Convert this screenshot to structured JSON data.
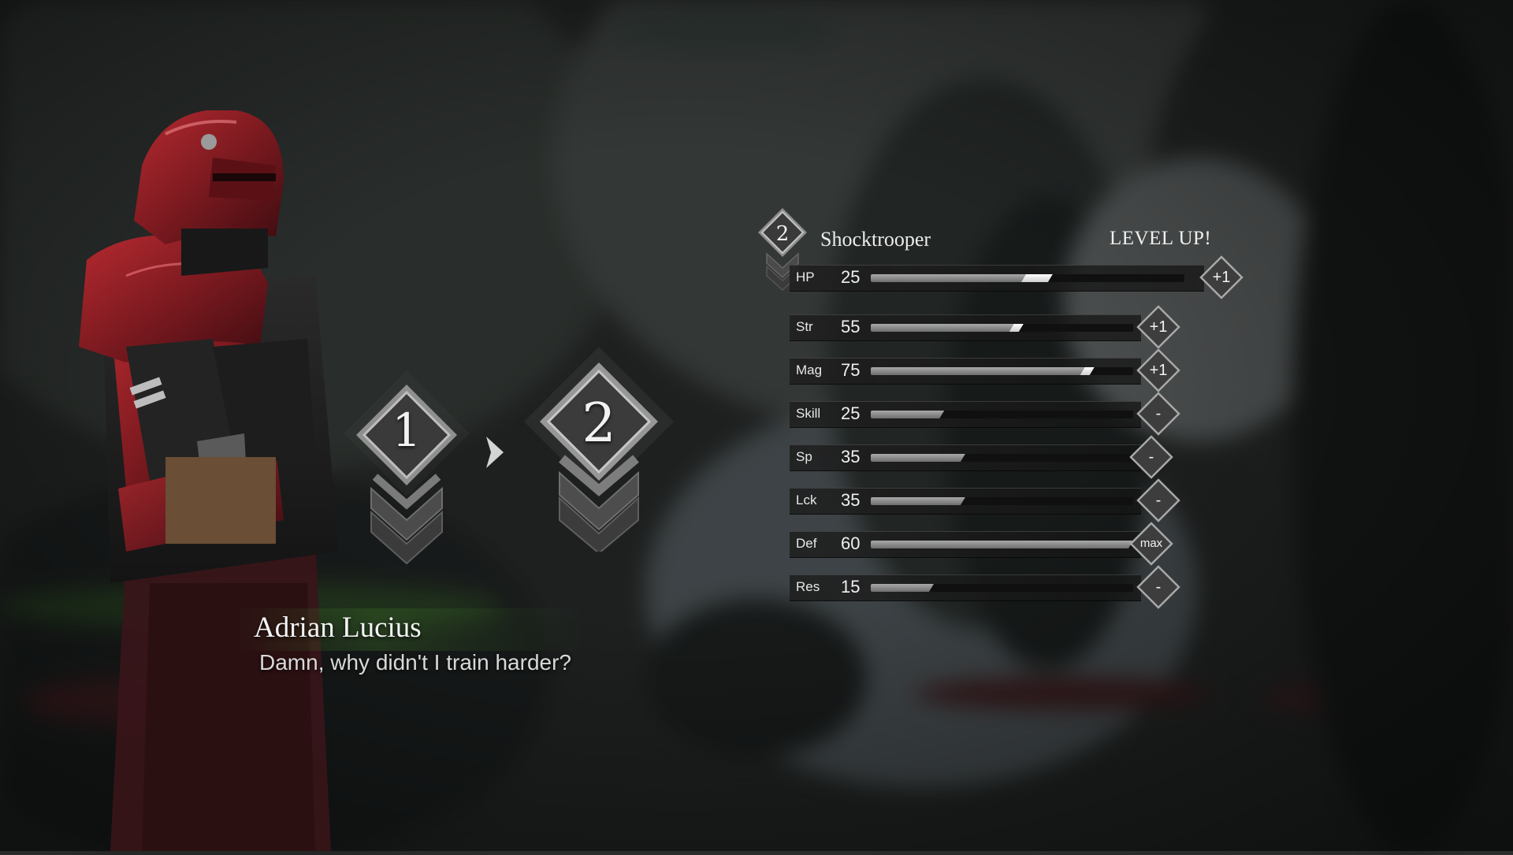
{
  "unit": {
    "name": "Adrian Lucius",
    "quote": "Damn, why didn't I train harder?"
  },
  "level": {
    "previous": "1",
    "current": "2"
  },
  "class_panel": {
    "class_level": "2",
    "class_name": "Shocktrooper",
    "banner": "LEVEL UP!"
  },
  "stats": [
    {
      "label": "HP",
      "value": "25",
      "fill": 0.57,
      "gain": 0.1,
      "badge": "+1"
    },
    {
      "label": "Str",
      "value": "55",
      "fill": 0.57,
      "gain": 0.04,
      "badge": "+1"
    },
    {
      "label": "Mag",
      "value": "75",
      "fill": 0.84,
      "gain": 0.05,
      "badge": "+1"
    },
    {
      "label": "Skill",
      "value": "25",
      "fill": 0.28,
      "gain": 0,
      "badge": "-"
    },
    {
      "label": "Sp",
      "value": "35",
      "fill": 0.36,
      "gain": 0,
      "badge": "-"
    },
    {
      "label": "Lck",
      "value": "35",
      "fill": 0.36,
      "gain": 0,
      "badge": "-"
    },
    {
      "label": "Def",
      "value": "60",
      "fill": 1.0,
      "gain": 0,
      "badge": "max"
    },
    {
      "label": "Res",
      "value": "15",
      "fill": 0.24,
      "gain": 0,
      "badge": "-"
    }
  ],
  "colors": {
    "armor_red": "#8a1c22",
    "panel_text": "#e8e8e8",
    "bar_fill": "#9a9a9a",
    "bar_gain": "#ffffff"
  },
  "icons": {
    "rank_badge": "diamond-chevron-icon",
    "arrow": "chevron-right-icon",
    "stat_badge": "diamond-icon"
  }
}
